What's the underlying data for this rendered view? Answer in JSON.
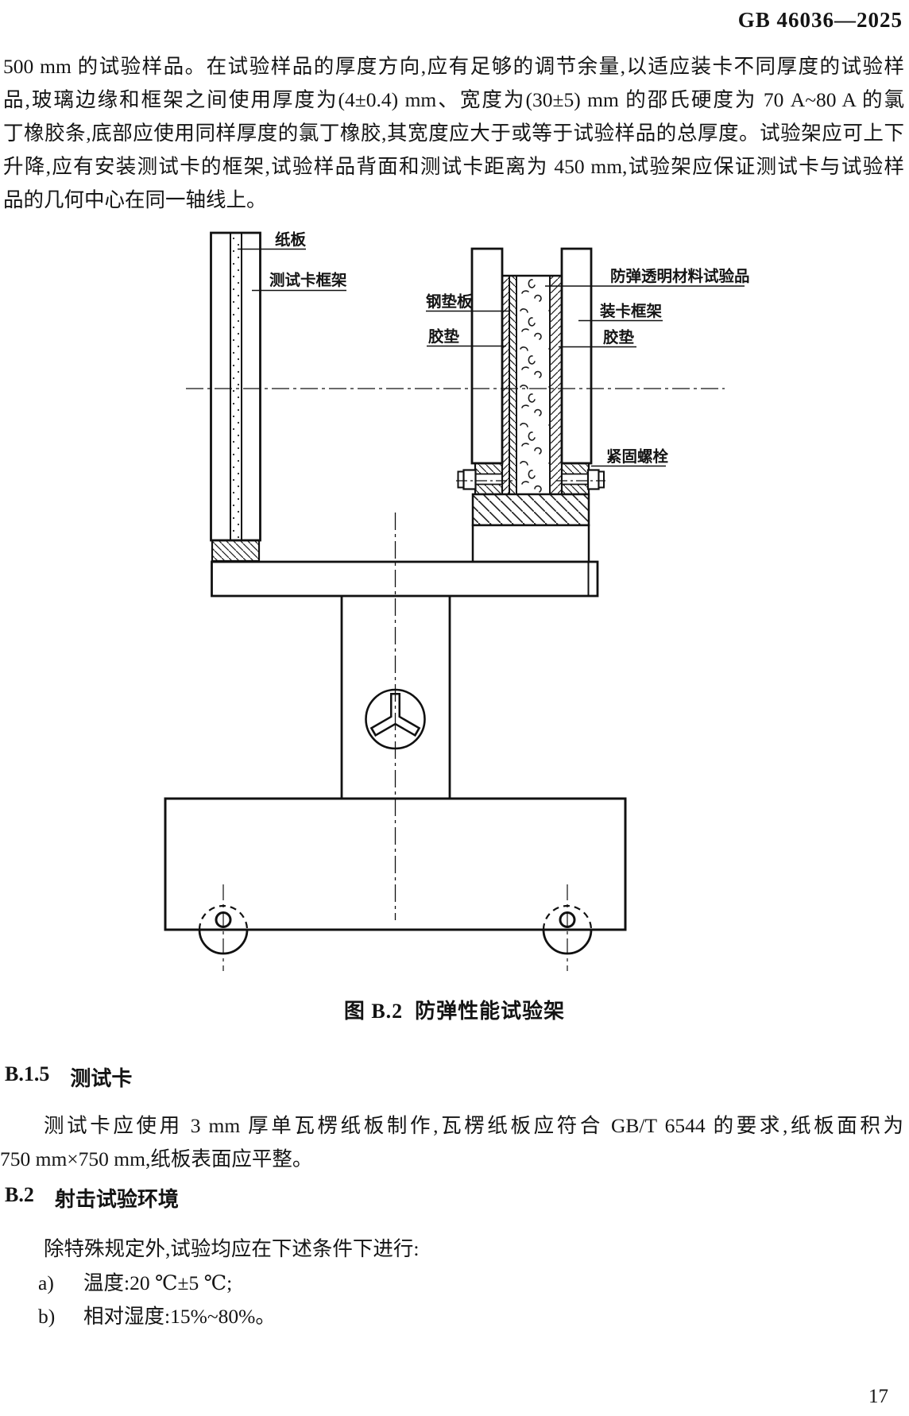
{
  "header": {
    "standard_code": "GB 46036—2025"
  },
  "intro_paragraph": {
    "lines": [
      "500 mm 的试验样品。在试验样品的厚度方向,应有足够的调节余量,以适应装卡不同厚度的试验样",
      "品,玻璃边缘和框架之间使用厚度为(4±0.4) mm、宽度为(30±5) mm 的邵氏硬度为 70 A~80 A 的氯",
      "丁橡胶条,底部应使用同样厚度的氯丁橡胶,其宽度应大于或等于试验样品的总厚度。试验架应可上下",
      "升降,应有安装测试卡的框架,试验样品背面和测试卡距离为 450 mm,试验架应保证测试卡与试验样",
      "品的几何中心在同一轴线上。"
    ]
  },
  "figure": {
    "caption": "图 B.2  防弹性能试验架",
    "labels": {
      "cardboard": "纸板",
      "test_card_frame": "测试卡框架",
      "steel_backing_plate": "钢垫板",
      "rubber_pad_left": "胶垫",
      "specimen": "防弹透明材料试验品",
      "clamping_frame": "装卡框架",
      "rubber_pad_right": "胶垫",
      "fastening_bolt": "紧固螺栓"
    }
  },
  "sections": [
    {
      "id": "B.1.5",
      "title": "测试卡",
      "paragraph_lines": [
        "测试卡应使用 3 mm 厚单瓦楞纸板制作,瓦楞纸板应符合 GB/T 6544 的要求,纸板面积为",
        "750 mm×750 mm,纸板表面应平整。"
      ]
    },
    {
      "id": "B.2",
      "title": "射击试验环境",
      "intro": "除特殊规定外,试验均应在下述条件下进行:",
      "items": [
        {
          "marker": "a)",
          "text": "温度:20 ℃±5 ℃;"
        },
        {
          "marker": "b)",
          "text": "相对湿度:15%~80%。"
        }
      ]
    }
  ],
  "page": {
    "number": "17"
  }
}
